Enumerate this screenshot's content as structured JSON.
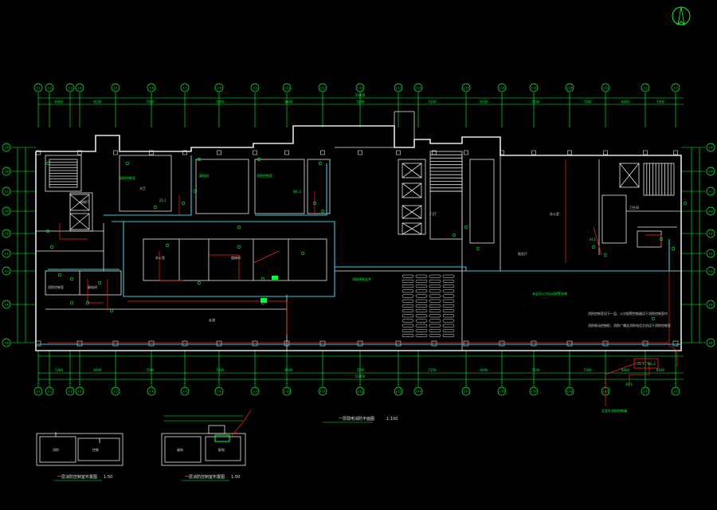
{
  "drawing": {
    "main_title": "一层弱电消防平面图",
    "main_scale": "1:100",
    "small_plan_1_title": "一层消防控制室布置图",
    "small_plan_1_scale": "1:50",
    "small_plan_2_title": "一层消防控制室布置图",
    "small_plan_2_scale": "1:50",
    "overall_dim": "53800"
  },
  "notes": {
    "right_note_1": "消防控制室设于一层，火灾报警控制器设于消防控制室内",
    "right_note_2": "消防联动控制柜、消防广播及消防电话主机设于消防控制室",
    "center_note": "本层设火灾自动报警系统",
    "riser_label_1": "消防线缆竖井",
    "riser_label_2": "至室外消防控制箱",
    "room_note_1": "消防控制室",
    "room_note_2": "弱电间"
  },
  "rooms": [
    "消防控制室",
    "弱电间",
    "走道",
    "大厅",
    "门厅",
    "报告厅",
    "办公室",
    "楼梯间",
    "电梯厅",
    "卫生间"
  ],
  "small_rooms": [
    "消防",
    "控制",
    "弱电",
    "配电"
  ],
  "axes_top": [
    "1-1",
    "1-2",
    "1-3",
    "1-4",
    "1-5",
    "1-6",
    "1-7",
    "1-8",
    "1-9",
    "1-10",
    "1-11",
    "1-12",
    "1-13",
    "1-14",
    "1-15",
    "1-16",
    "1-17",
    "1-18",
    "1-19"
  ],
  "axes_left": [
    "1-A",
    "1-B",
    "1-C",
    "1-D",
    "1-E",
    "1-F",
    "1-G"
  ],
  "dims_top": [
    "6000",
    "8100",
    "7200",
    "7200",
    "8400",
    "7200",
    "7200",
    "8100",
    "7200",
    "7200",
    "6000",
    "7200",
    "7200"
  ],
  "box_labels": [
    "ZL-1",
    "WL-2",
    "XF-1",
    "AL1"
  ],
  "north_symbol": "north-arrow"
}
